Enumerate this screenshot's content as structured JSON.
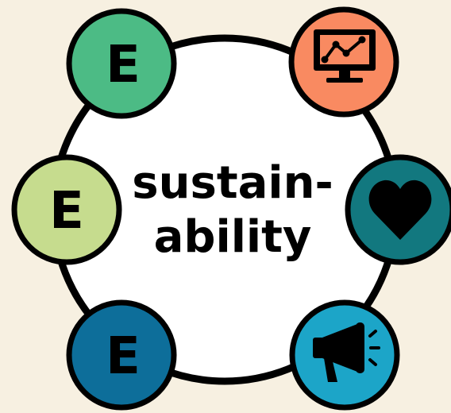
{
  "background": "#f7f0e1",
  "hub": {
    "line1": "sustain-",
    "line2": "ability",
    "fill": "#ffffff",
    "stroke": "#000000"
  },
  "nodes": {
    "top_left": {
      "letter": "E",
      "color": "#4cbb85"
    },
    "middle_left": {
      "letter": "E",
      "color": "#c6dc8e"
    },
    "bottom_left": {
      "letter": "E",
      "color": "#0d6e9a"
    },
    "top_right": {
      "icon": "monitor-chart-icon",
      "color": "#f98a61"
    },
    "middle_right": {
      "icon": "heart-icon",
      "color": "#12787f"
    },
    "bottom_right": {
      "icon": "megaphone-icon",
      "color": "#1ca5c8"
    }
  }
}
